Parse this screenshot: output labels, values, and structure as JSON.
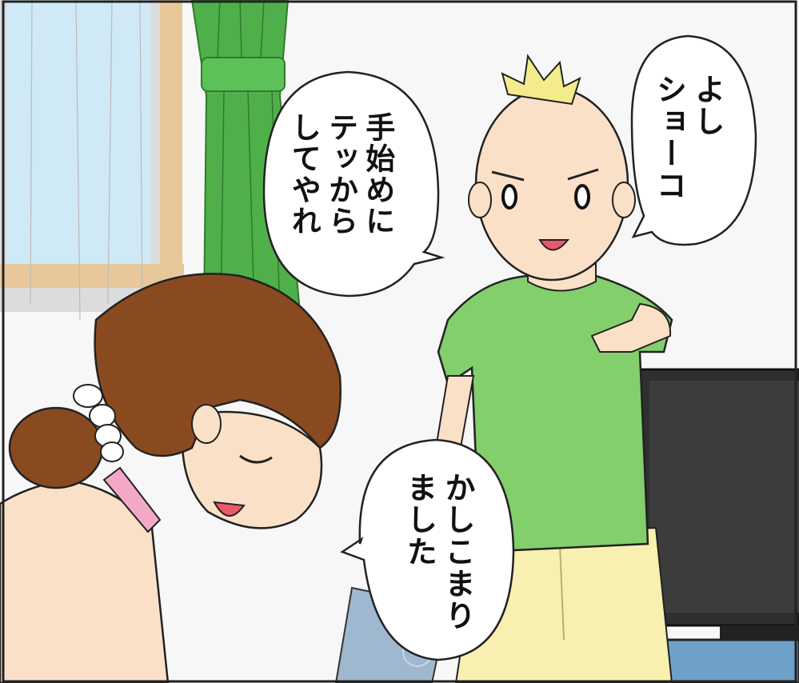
{
  "speech_bubbles": [
    {
      "speaker": "boy",
      "text": "よし\nショーコ"
    },
    {
      "speaker": "boy",
      "text": "手始めに\nテッから\nしてやれ"
    },
    {
      "speaker": "girl",
      "text": "かしこまり\nました"
    }
  ],
  "colors": {
    "wall": "#f6f6f6",
    "curtain": "#45a845",
    "shirt": "#82cf6c",
    "pants": "#f8f0b0",
    "skin": "#fbe0c8",
    "girl_hair": "#8a4a20",
    "boy_hair": "#f4ec8c",
    "collar": "#f4a8c8",
    "tv": "#3a3a3a"
  }
}
